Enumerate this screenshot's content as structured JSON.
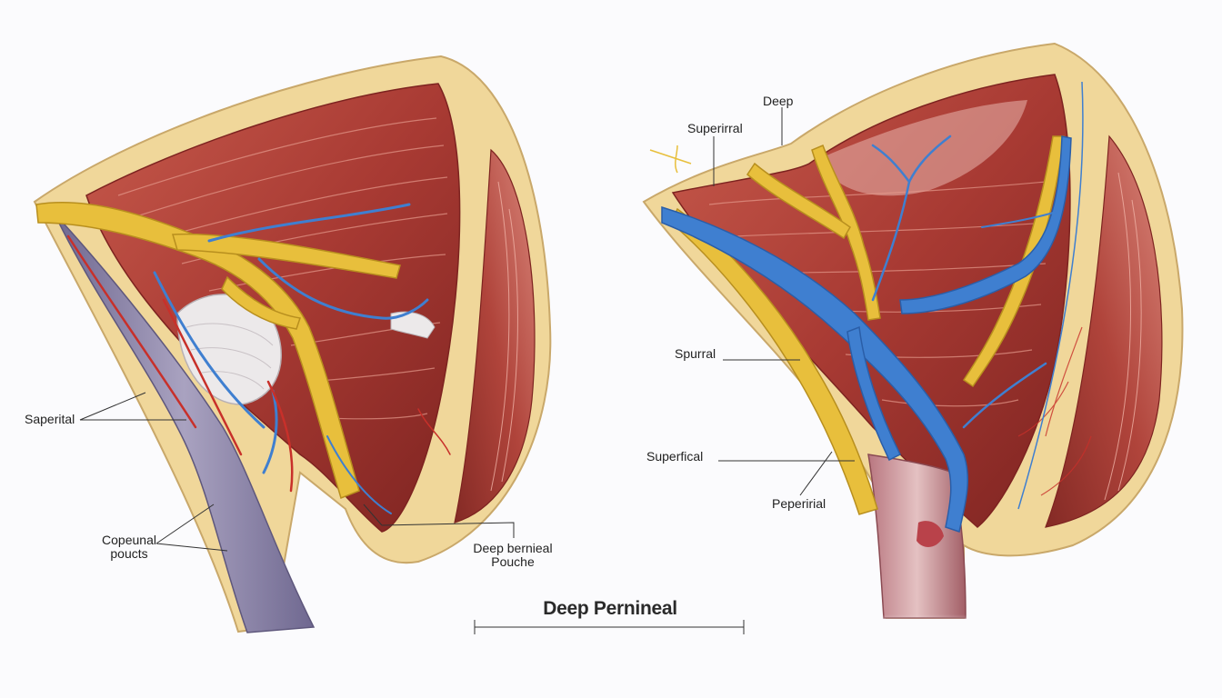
{
  "labels": {
    "left_superficial": "Saperital",
    "left_pouch_line1": "Copeunal",
    "left_pouch_line2": "poucts",
    "left_deep_pouch_line1": "Deep bernieal",
    "left_deep_pouch_line2": "Pouche",
    "right_superficial_top": "Superirral",
    "right_deep": "Deep",
    "right_spurral": "Spurral",
    "right_superficial": "Superfical",
    "right_perineal": "Peperirial"
  },
  "caption": "Deep Pernineal",
  "colors": {
    "fat": "#f0d79a",
    "fat_edge": "#c9a86a",
    "muscle": "#b5453c",
    "muscle_dark": "#7d2320",
    "nerve": "#e8bf3c",
    "vein": "#3f7fd0",
    "artery": "#c8302a",
    "vessel_purple": "#8e86a8",
    "leader": "#333333"
  }
}
